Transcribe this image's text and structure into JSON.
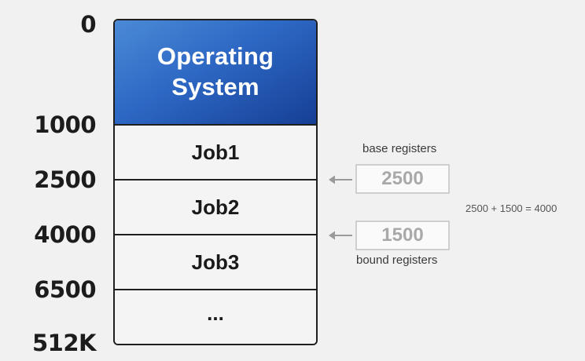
{
  "addresses": [
    "0",
    "1000",
    "2500",
    "4000",
    "6500",
    "512K"
  ],
  "memory": {
    "os_label_line1": "Operating",
    "os_label_line2": "System",
    "jobs": [
      "Job1",
      "Job2",
      "Job3",
      "..."
    ]
  },
  "registers": {
    "base_label": "base registers",
    "base_value": "2500",
    "bound_label": "bound registers",
    "bound_value": "1500",
    "formula": "2500 + 1500 = 4000"
  },
  "colors": {
    "os_fill_start": "#4b8ad6",
    "os_fill_end": "#163f95",
    "arrow": "#9a9a9a"
  }
}
